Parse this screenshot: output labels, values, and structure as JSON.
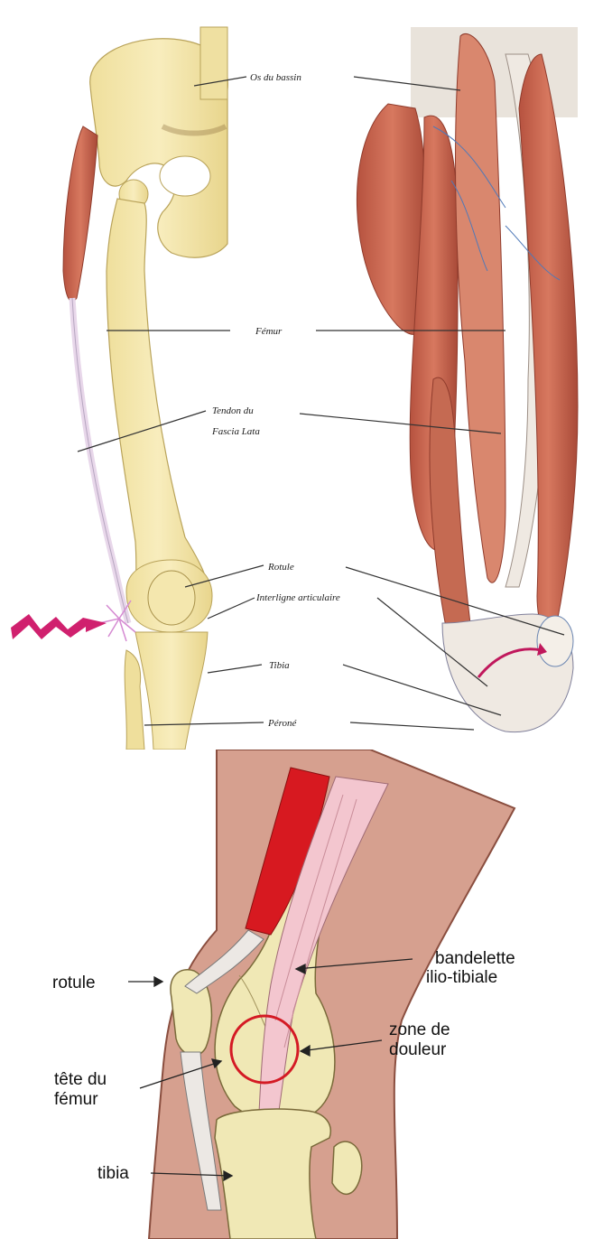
{
  "top_labels": {
    "pelvis": "Os du bassin",
    "femur": "Fémur",
    "tendon_line1": "Tendon du",
    "tendon_line2": "Fascia Lata",
    "rotule": "Rotule",
    "interligne": "Interligne articulaire",
    "tibia": "Tibia",
    "perone": "Péroné"
  },
  "bottom_labels": {
    "band_line1": "bandelette",
    "band_line2": "ilio-tibiale",
    "rotule": "rotule",
    "zone_line1": "zone de",
    "zone_line2": "douleur",
    "head_line1": "tête du",
    "head_line2": "fémur",
    "tibia": "tibia"
  },
  "colors": {
    "bone": "#f3e6a6",
    "muscle": "#c8614d",
    "skin": "#d9a08c",
    "tendon_red": "#d71920",
    "pain_circle": "#d41a24",
    "pain_arrow": "#d0206e"
  }
}
